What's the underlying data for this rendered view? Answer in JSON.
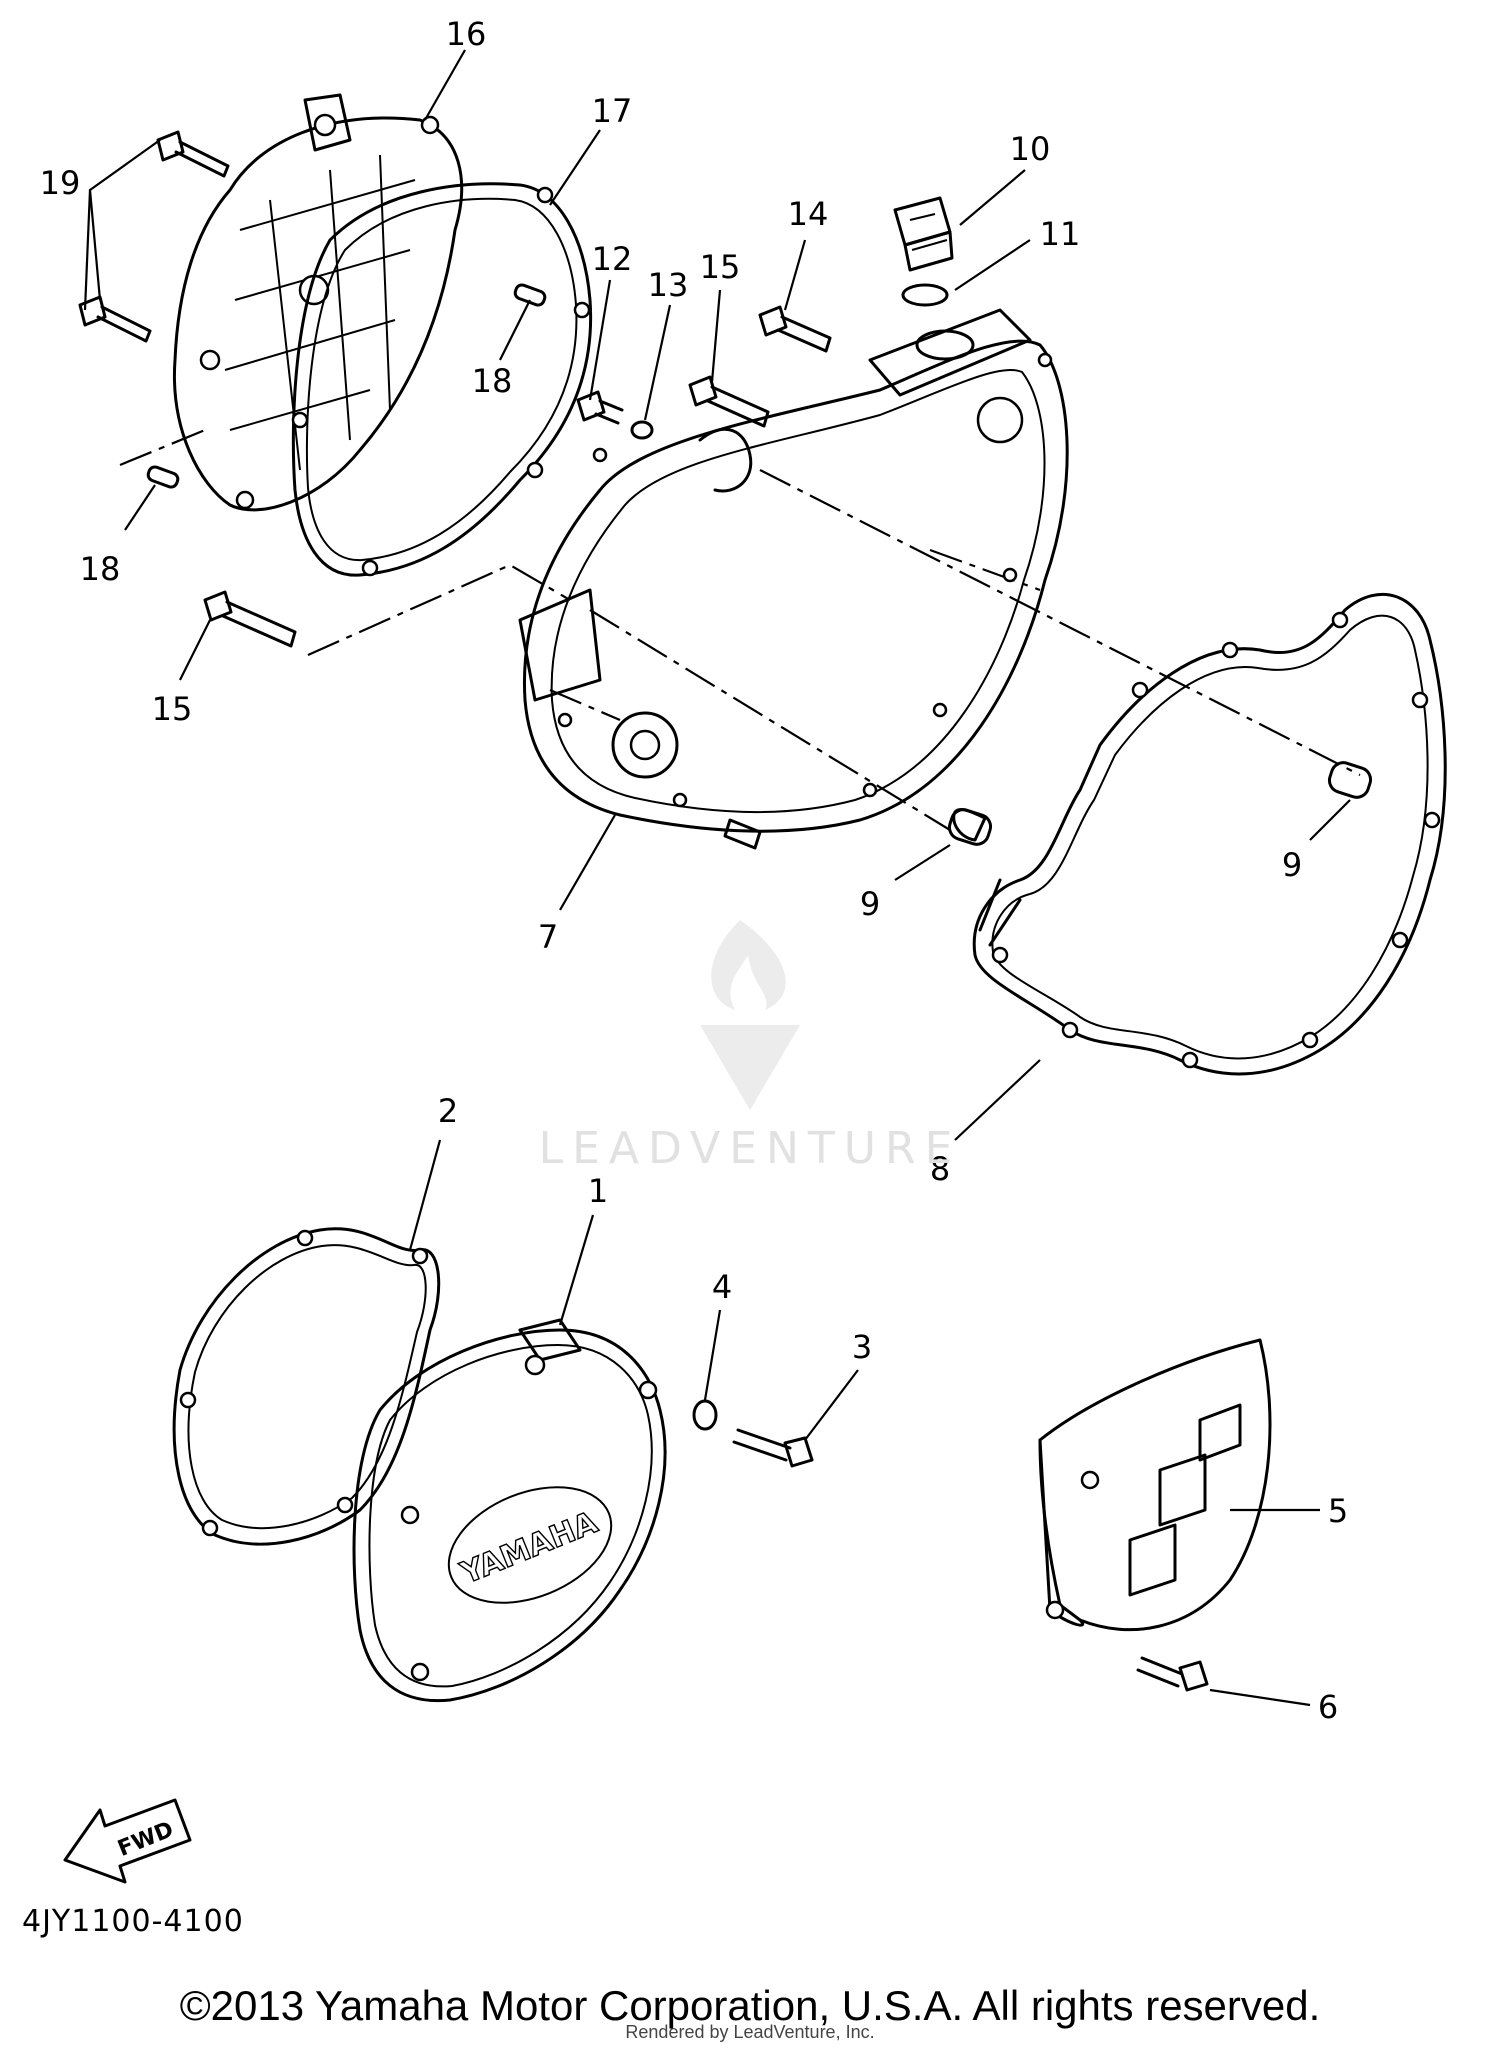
{
  "diagram": {
    "diagram_code": "4JY1100-4100",
    "copyright": "©2013 Yamaha Motor Corporation, U.S.A. All rights reserved.",
    "render_credit": "Rendered by LeadVenture, Inc.",
    "watermark_text": "LEADVENTURE",
    "cover_logo_text": "YAMAHA",
    "fwd_arrow_text": "FWD",
    "callouts": [
      "16",
      "17",
      "10",
      "11",
      "19",
      "12",
      "13",
      "15",
      "14",
      "18",
      "18",
      "15",
      "7",
      "9",
      "9",
      "8",
      "2",
      "1",
      "4",
      "3",
      "5",
      "6"
    ]
  }
}
